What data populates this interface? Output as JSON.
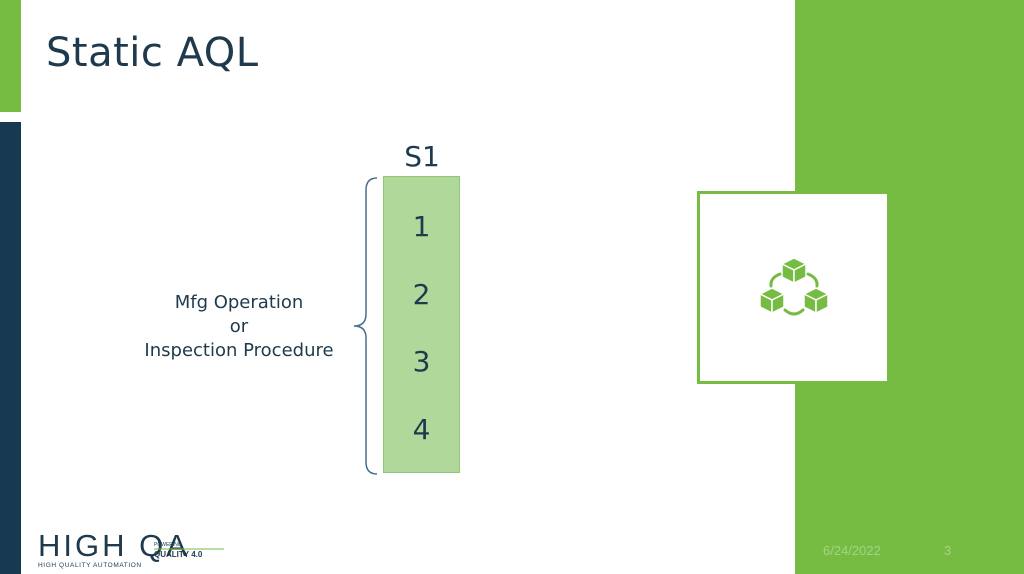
{
  "slide": {
    "title": "Static AQL",
    "column_header": "S1",
    "samples": [
      "1",
      "2",
      "3",
      "4"
    ],
    "brace_label": [
      "Mfg Operation",
      "or",
      "Inspection Procedure"
    ],
    "icon": "connected-cubes-icon",
    "footer": {
      "date": "6/24/2022",
      "page": "3",
      "logo_main": "HIGH QA",
      "logo_sub": "HIGH QUALITY AUTOMATION",
      "logo_powering": "POWERING",
      "logo_tag": "QUALITY 4.0"
    }
  },
  "colors": {
    "green": "#76bc43",
    "navy": "#173a50",
    "column_fill": "#b0d89a",
    "text": "#1e3a4c"
  }
}
